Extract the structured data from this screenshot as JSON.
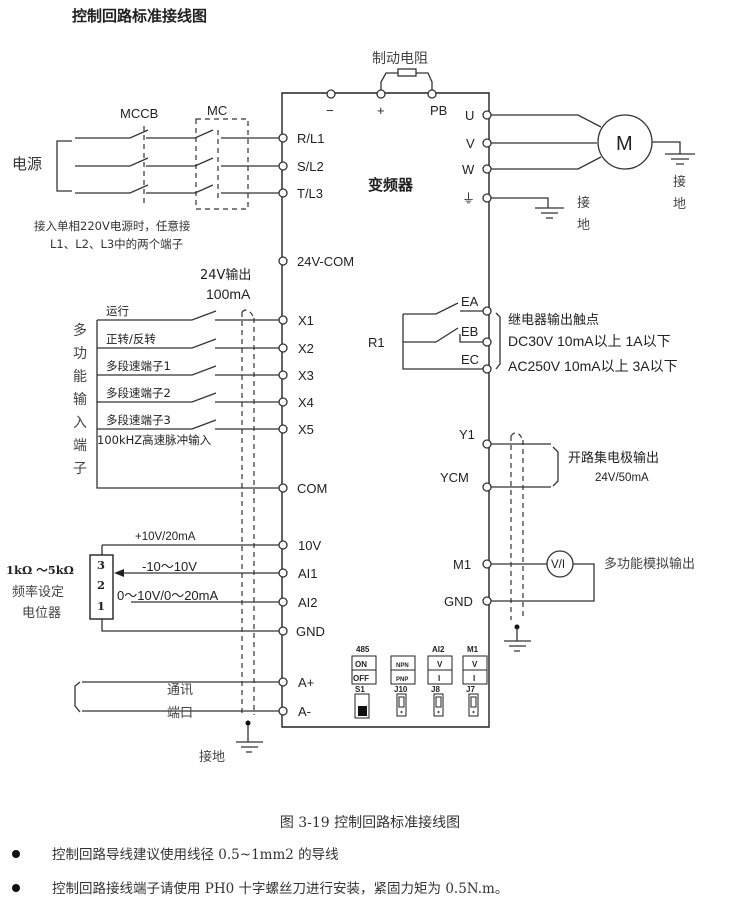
{
  "title": "控制回路标准接线图",
  "inverter_label": "变频器",
  "brake": {
    "label": "制动电阻",
    "terminals": [
      "−",
      "+",
      "PB"
    ]
  },
  "power_input": {
    "source_label": "电源",
    "mccb_label": "MCCB",
    "mc_label": "MC",
    "terminals": [
      "R/L1",
      "S/L2",
      "T/L3"
    ],
    "note_line1": "接入单相220V电源时，任意接",
    "note_line2": "L1、L2、L3中的两个端子"
  },
  "motor": {
    "symbol": "M",
    "terminals": [
      "U",
      "V",
      "W"
    ],
    "ground_symbol": "⏚",
    "ground_label_right": "接地",
    "ground_label_inverter": "接地"
  },
  "supply24": {
    "terminal": "24V-COM",
    "label_line1": "24V输出",
    "label_line2": "100mA"
  },
  "digital_inputs": {
    "group_label": "多功能输入端子",
    "inputs": [
      {
        "name": "运行",
        "terminal": "X1"
      },
      {
        "name": "正转/反转",
        "terminal": "X2"
      },
      {
        "name": "多段速端子1",
        "terminal": "X3"
      },
      {
        "name": "多段速端子2",
        "terminal": "X4"
      },
      {
        "name": "多段速端子3",
        "terminal": "X5"
      }
    ],
    "x5_note": "100kHZ高速脉冲输入",
    "common": "COM"
  },
  "relay": {
    "label": "R1",
    "terminals": [
      "EA",
      "EB",
      "EC"
    ],
    "desc_line1": "继电器输出触点",
    "desc_line2": "DC30V  10mA以上  1A以下",
    "desc_line3": "AC250V 10mA以上  3A以下"
  },
  "open_collector": {
    "terminals": [
      "Y1",
      "YCM"
    ],
    "desc_line1": "开路集电极输出",
    "desc_line2": "24V/50mA"
  },
  "analog_output": {
    "terminals": [
      "M1",
      "GND"
    ],
    "meter": "V/I",
    "desc": "多功能模拟输出"
  },
  "analog_input": {
    "terminals": [
      "10V",
      "AI1",
      "AI2",
      "GND"
    ],
    "ref_label": "+10V/20mA",
    "ai1_label": "-10～10V",
    "ai2_label": "0～10V/0～20mA",
    "pot_pins": [
      "3",
      "2",
      "1"
    ],
    "pot_range": "1kΩ ～5kΩ",
    "pot_label1": "频率设定",
    "pot_label2": "电位器"
  },
  "comm": {
    "terminals": [
      "A+",
      "A-"
    ],
    "label_line1": "通讯",
    "label_line2": "端口",
    "ground_label": "接地"
  },
  "switches": [
    {
      "title": "485",
      "top": "ON",
      "bottom": "OFF",
      "id": "S1"
    },
    {
      "title": "",
      "top": "NPN",
      "bottom": "PNP",
      "id": "J10"
    },
    {
      "title": "AI2",
      "top": "V",
      "bottom": "I",
      "id": "J8"
    },
    {
      "title": "M1",
      "top": "V",
      "bottom": "I",
      "id": "J7"
    }
  ],
  "caption": "图 3-19 控制回路标准接线图",
  "bullets": [
    "控制回路导线建议使用线径 0.5~1mm2 的导线",
    "控制回路接线端子请使用 PH0 十字螺丝刀进行安装，紧固力矩为 0.5N.m。"
  ]
}
